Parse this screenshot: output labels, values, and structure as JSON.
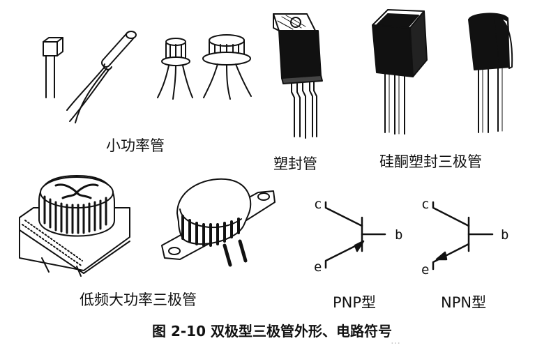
{
  "labels": {
    "small_power": "小功率管",
    "plastic": "塑封管",
    "silicon_plastic": "硅酮塑封三极管",
    "low_freq_power": "低频大功率三极管",
    "pnp": "PNP型",
    "npn": "NPN型"
  },
  "pins": {
    "pnp_c": "c",
    "pnp_b": "b",
    "pnp_e": "e",
    "npn_c": "c",
    "npn_b": "b",
    "npn_e": "e"
  },
  "caption": "图 2-10  双极型三极管外形、电路符号",
  "watermark": "…",
  "colors": {
    "ink": "#111111",
    "paper": "#ffffff"
  }
}
